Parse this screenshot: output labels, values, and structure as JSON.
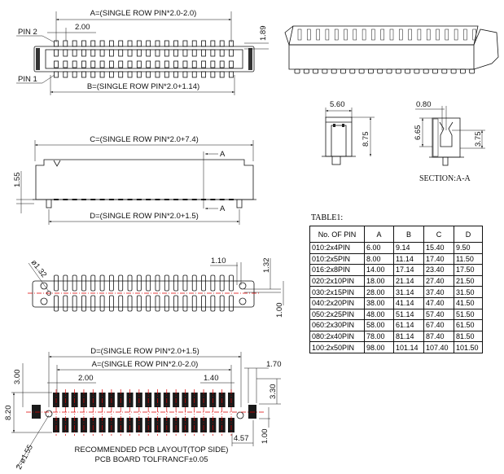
{
  "top_view": {
    "dim_a": "A=(SINGLE ROW PIN*2.0-2.0)",
    "pitch": "2.00",
    "pin2": "PIN 2",
    "pin1": "PIN 1",
    "dim_b": "B=(SINGLE ROW PIN*2.0+1.14)",
    "height": "1.89"
  },
  "side_view": {
    "dim_c": "C=(SINGLE ROW PIN*2.0+7.4)",
    "dim_d": "D=(SINGLE ROW PIN*2.0+1.5)",
    "height": "1.55",
    "section_mark": "A"
  },
  "bottom_view": {
    "hole": "ø1.32",
    "dim_1": "1.10",
    "dim_2": "1.32",
    "dim_3": "1.00"
  },
  "front_view": {
    "width": "5.60",
    "height": "8.75"
  },
  "section_view": {
    "width": "0.80",
    "height": "6.65",
    "height2": "3.75",
    "title": "SECTION:A-A"
  },
  "table": {
    "title": "TABLE1:",
    "headers": [
      "No. OF PIN",
      "A",
      "B",
      "C",
      "D"
    ],
    "rows": [
      [
        "010:2x4PIN",
        "6.00",
        "9.14",
        "15.40",
        "9.50"
      ],
      [
        "010:2x5PIN",
        "8.00",
        "11.14",
        "17.40",
        "11.50"
      ],
      [
        "016:2x8PIN",
        "14.00",
        "17.14",
        "23.40",
        "17.50"
      ],
      [
        "020:2x10PIN",
        "18.00",
        "21.14",
        "27.40",
        "21.50"
      ],
      [
        "030:2x15PIN",
        "28.00",
        "31.14",
        "37.40",
        "31.50"
      ],
      [
        "040:2x20PIN",
        "38.00",
        "41.14",
        "47.40",
        "41.50"
      ],
      [
        "050:2x25PIN",
        "48.00",
        "51.14",
        "57.40",
        "51.50"
      ],
      [
        "060:2x30PIN",
        "58.00",
        "61.14",
        "67.40",
        "61.50"
      ],
      [
        "080:2x40PIN",
        "78.00",
        "81.14",
        "87.40",
        "81.50"
      ],
      [
        "100:2x50PIN",
        "98.00",
        "101.14",
        "107.40",
        "101.50"
      ]
    ]
  },
  "pcb_layout": {
    "dim_d": "D=(SINGLE ROW PIN*2.0+1.5)",
    "dim_a": "A=(SINGLE ROW PIN*2.0-2.0)",
    "pitch": "2.00",
    "pad_w": "1.40",
    "dim_300": "3.00",
    "dim_820": "8.20",
    "dim_170": "1.70",
    "dim_330": "3.30",
    "dim_457": "4.57",
    "dim_100": "1.00",
    "holes": "2-ø1.55",
    "caption1": "RECOMMENDED PCB LAYOUT(TOP SIDE)",
    "caption2": "PCB BOARD TOLFRANCF±0.05"
  }
}
